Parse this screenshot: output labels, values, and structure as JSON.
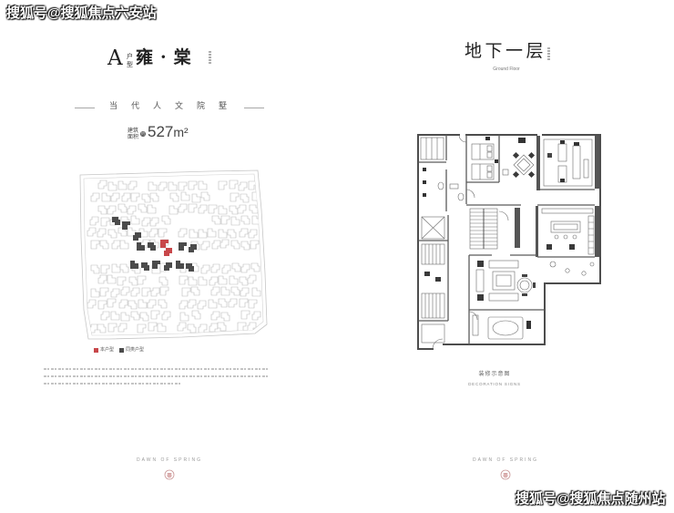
{
  "watermarks": {
    "top_left": "搜狐号@搜狐焦点六安站",
    "bottom_right": "搜狐号@搜狐焦点随州站"
  },
  "left_page": {
    "unit_letter": "A",
    "unit_type_chars": [
      "户",
      "型"
    ],
    "name": "雍·棠",
    "tagline": "当代人文院墅",
    "area": {
      "label_lines": [
        "建筑",
        "面积"
      ],
      "approx": "约",
      "value": "527",
      "unit": "m²"
    },
    "legend": [
      {
        "label": "本户型",
        "color": "#c8474a"
      },
      {
        "label": "同类户型",
        "color": "#4b4b4b"
      }
    ],
    "footer_brand": "DAWN OF SPRING"
  },
  "right_page": {
    "floor_title": "地下一层",
    "floor_subtitle": "Ground Floor",
    "caption_cn": "装修示意图",
    "caption_en": "DECORATION SIGNS",
    "footer_brand": "DAWN OF SPRING"
  },
  "colors": {
    "background": "#ffffff",
    "logo_accent": "#c99595",
    "wall": "#4d4d4d"
  }
}
